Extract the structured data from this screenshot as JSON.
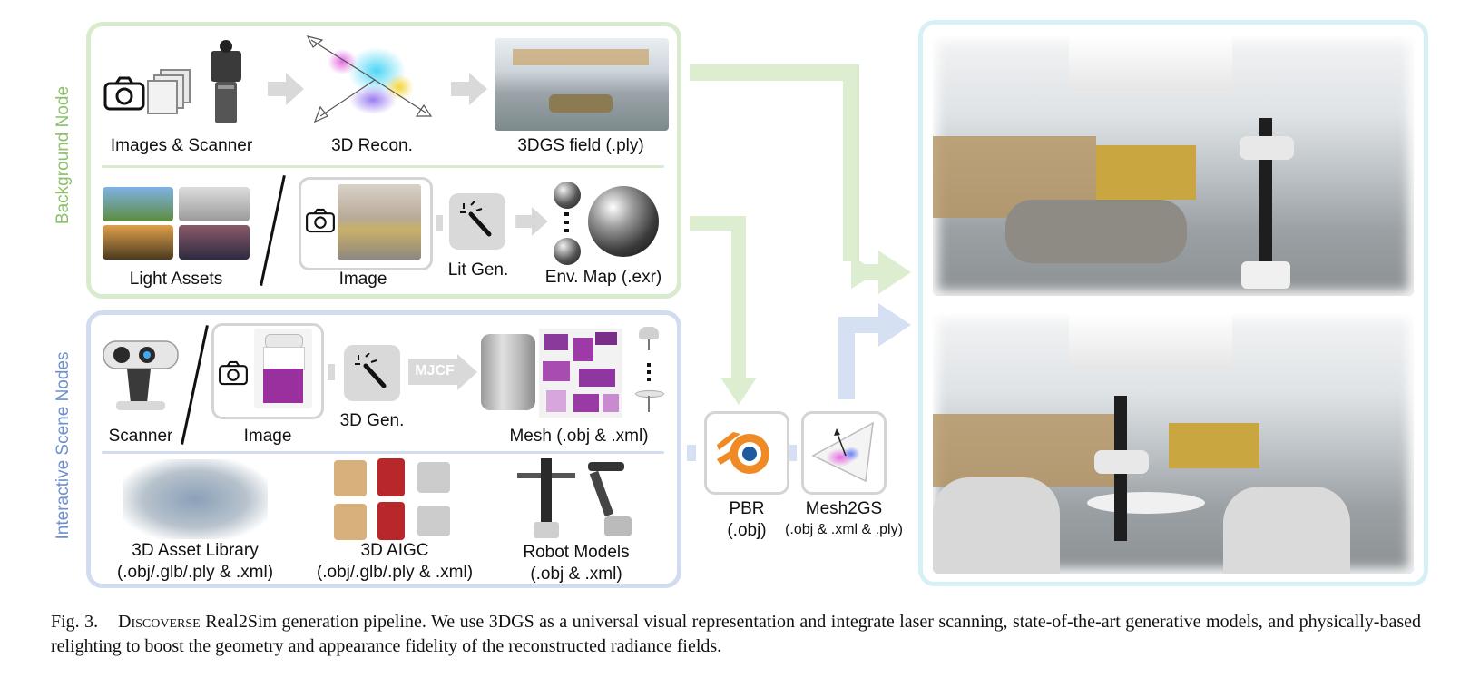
{
  "panels": {
    "background": {
      "side_label": "Background Node",
      "color": "#8cc06b"
    },
    "interactive": {
      "side_label": "Interactive Scene Nodes",
      "color": "#6d8fcf"
    }
  },
  "background_row1": {
    "images_scanner": "Images & Scanner",
    "recon": "3D Recon.",
    "field": "3DGS field (.ply)"
  },
  "background_row2": {
    "light_assets": "Light Assets",
    "image": "Image",
    "lit_gen": "Lit Gen.",
    "env_map": "Env. Map (.exr)"
  },
  "interactive_row1": {
    "scanner": "Scanner",
    "image": "Image",
    "gen": "3D Gen.",
    "mjcf": "MJCF",
    "mesh": "Mesh (.obj & .xml)"
  },
  "interactive_row2": {
    "library_line1": "3D Asset Library",
    "library_line2": "(.obj/.glb/.ply & .xml)",
    "aigc_line1": "3D AIGC",
    "aigc_line2": "(.obj/.glb/.ply & .xml)",
    "robots_line1": "Robot Models",
    "robots_line2": "(.obj & .xml)"
  },
  "middle": {
    "pbr_line1": "PBR",
    "pbr_line2": "(.obj)",
    "mesh2gs_line1": "Mesh2GS",
    "mesh2gs_line2": "(.obj & .xml & .ply)"
  },
  "caption": {
    "fig": "Fig. 3.",
    "name": "Discoverse",
    "text": "Real2Sim generation pipeline. We use 3DGS as a universal visual representation and integrate laser scanning, state-of-the-art generative models, and physically-based relighting to boost the geometry and appearance fidelity of the reconstructed radiance fields."
  },
  "icons": [
    "camera-icon",
    "magic-wand-icon",
    "blender-icon",
    "gaussian-splat-icon",
    "scanner-icon"
  ],
  "colors": {
    "green_arrow": "#dcedd0",
    "blue_arrow": "#d5e0f3",
    "gray_arrow": "#d9d9d9"
  }
}
